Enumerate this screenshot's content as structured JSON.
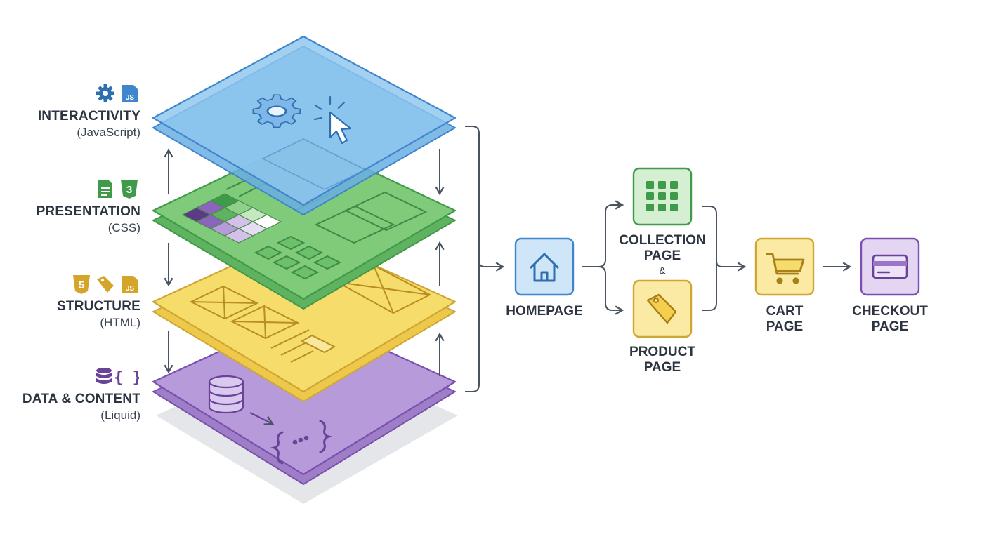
{
  "layers": [
    {
      "id": "interactivity",
      "name": "INTERACTIVITY",
      "tech": "(JavaScript)",
      "icons": [
        "gear-icon",
        "js-file-icon"
      ]
    },
    {
      "id": "presentation",
      "name": "PRESENTATION",
      "tech": "(CSS)",
      "icons": [
        "document-icon",
        "css3-icon"
      ]
    },
    {
      "id": "structure",
      "name": "STRUCTURE",
      "tech": "(HTML)",
      "icons": [
        "html5-icon",
        "tag-icon",
        "js-file-icon"
      ]
    },
    {
      "id": "data",
      "name": "DATA & CONTENT",
      "tech": "(Liquid)",
      "icons": [
        "database-icon",
        "curly-braces-icon"
      ]
    }
  ],
  "flow": {
    "homepage": {
      "line1": "HOMEPAGE",
      "line2": "",
      "icon": "home-icon"
    },
    "collection": {
      "line1": "COLLECTION",
      "line2": "PAGE",
      "icon": "grid-icon"
    },
    "and_symbol": "&",
    "product": {
      "line1": "PRODUCT",
      "line2": "PAGE",
      "icon": "price-tag-icon"
    },
    "cart": {
      "line1": "CART",
      "line2": "PAGE",
      "icon": "shopping-cart-icon"
    },
    "checkout": {
      "line1": "CHECKOUT",
      "line2": "PAGE",
      "icon": "credit-card-icon"
    }
  },
  "colors": {
    "blue_fill": "#8ec6ee",
    "blue_stroke": "#3f86cc",
    "green_fill": "#7fcb7a",
    "green_stroke": "#3f9a4a",
    "yellow_fill": "#f6dc6a",
    "yellow_stroke": "#cfa632",
    "purple_fill": "#b79ada",
    "purple_stroke": "#7b4fb0",
    "arrow": "#4a5460",
    "text": "#2c3440"
  }
}
